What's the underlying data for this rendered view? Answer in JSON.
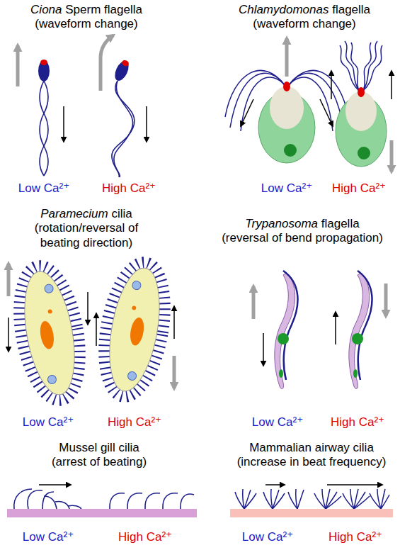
{
  "diagram": {
    "labels": [
      "Ciona Sperm flagella (waveform change)",
      "Low Ca²⁺",
      "High Ca²⁺",
      "Chlamydomonas flagella (waveform change)",
      "Low Ca²⁺",
      "High Ca²⁺",
      "Paramecium cilia (rotation/reversal of beating direction)",
      "Low Ca²⁺",
      "High Ca²⁺",
      "Trypanosoma flagella (reversal of bend propagation)",
      "Low Ca²⁺",
      "High Ca²⁺",
      "Mussel gill cilia (arrest of beating)",
      "Low Ca²⁺",
      "High Ca²⁺",
      "Mammalian airway cilia (increase in beat frequency)",
      "Low Ca²⁺",
      "High Ca²⁺"
    ]
  }
}
